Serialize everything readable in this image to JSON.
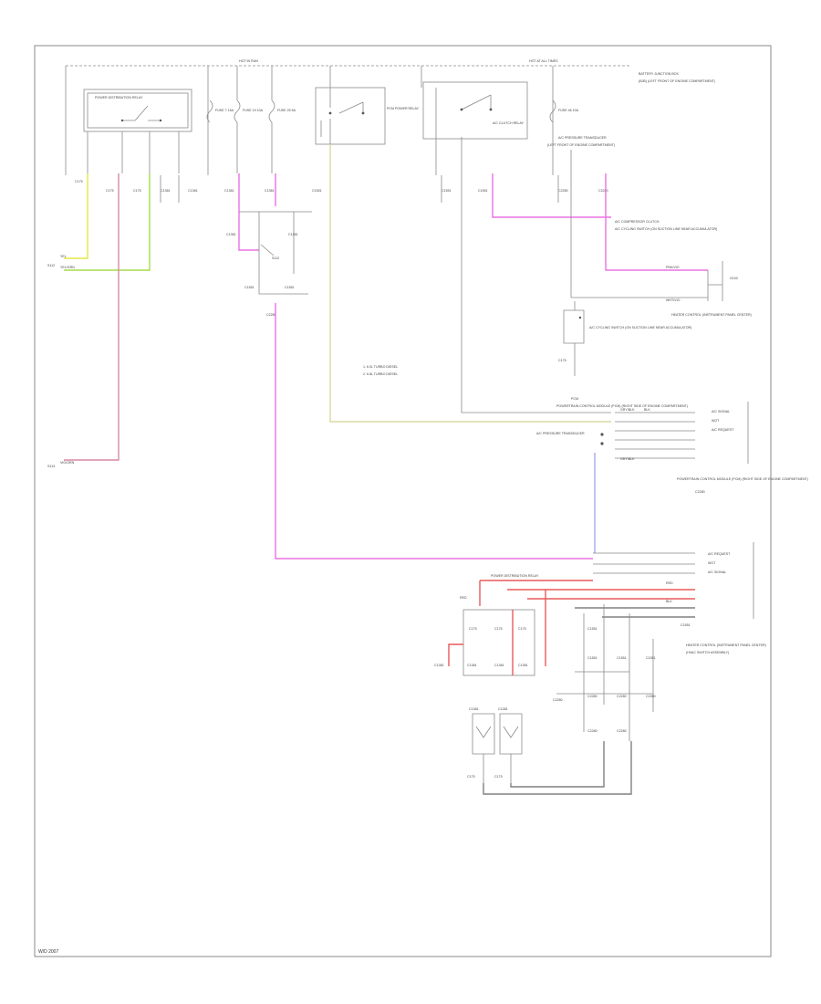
{
  "diagram": {
    "title": "",
    "labels": {
      "hot_in_run": "HOT IN RUN",
      "hot_at_all_times": "HOT AT ALL TIMES",
      "battery_junction_box": "BATTERY JUNCTION BOX",
      "fuse_panel_label": "(BJB) (LEFT FRONT OF ENGINE COMPARTMENT)",
      "relay_box_label": "POWER DISTRIBUTION RELAY",
      "fuse_a": "FUSE 7 15A",
      "fuse_b": "FUSE 19 10A",
      "fuse_c": "FUSE 25 5A",
      "fuse_d": "FUSE 46 10A",
      "relay_a": "PCM POWER RELAY",
      "relay_b": "A/C CLUTCH RELAY",
      "splice_a": "S112",
      "splice_b": "S113",
      "notes_1": "1. 6.0L TURBO DIESEL",
      "notes_2": "2. 6.8L TURBO DIESEL",
      "ac_compressor": "A/C COMPRESSOR CLUTCH",
      "ac_pressure": "A/C PRESSURE TRANSDUCER",
      "ac_pressure_2": "(LEFT FRONT OF ENGINE COMPARTMENT)",
      "ac_cycling": "A/C CYCLING SWITCH (ON SUCTION LINE NEAR ACCUMULATOR)",
      "pcm": "POWERTRAIN CONTROL MODULE (PCM) (RIGHT SIDE OF ENGINE COMPARTMENT)",
      "pcm_short": "PCM",
      "heater_ctrl": "HEATER CONTROL (INSTRUMENT PANEL CENTER)",
      "heater_ctrl_sub": "(HVAC SWITCH ASSEMBLY)",
      "mode_label": "A/C REQUEST",
      "ac_signal": "A/C SIGNAL",
      "wot": "WOT",
      "ground": "G100",
      "wire_yel": "YEL",
      "wire_yelgrn": "YEL/GRN",
      "wire_vioorn": "VIO/ORN",
      "wire_wht": "WHT/VIO",
      "wire_gry": "GRY/BLK",
      "wire_pnk": "PNK/VIO",
      "wire_red": "RED",
      "wire_blk": "BLK",
      "conn_c1": "C175",
      "conn_c2": "C1381",
      "conn_c3": "C1551",
      "conn_c4": "C2280",
      "footer_code": "W/D 2007"
    }
  },
  "colors": {
    "border": "#888888",
    "yellow": "#e6e64a",
    "yellow_green": "#a8dc48",
    "pink": "#d88aa2",
    "magenta": "#ea72e4",
    "khaki": "#d8d8a0",
    "lavender": "#a8a8ee",
    "red": "#e85a5a",
    "gray": "#808080"
  }
}
